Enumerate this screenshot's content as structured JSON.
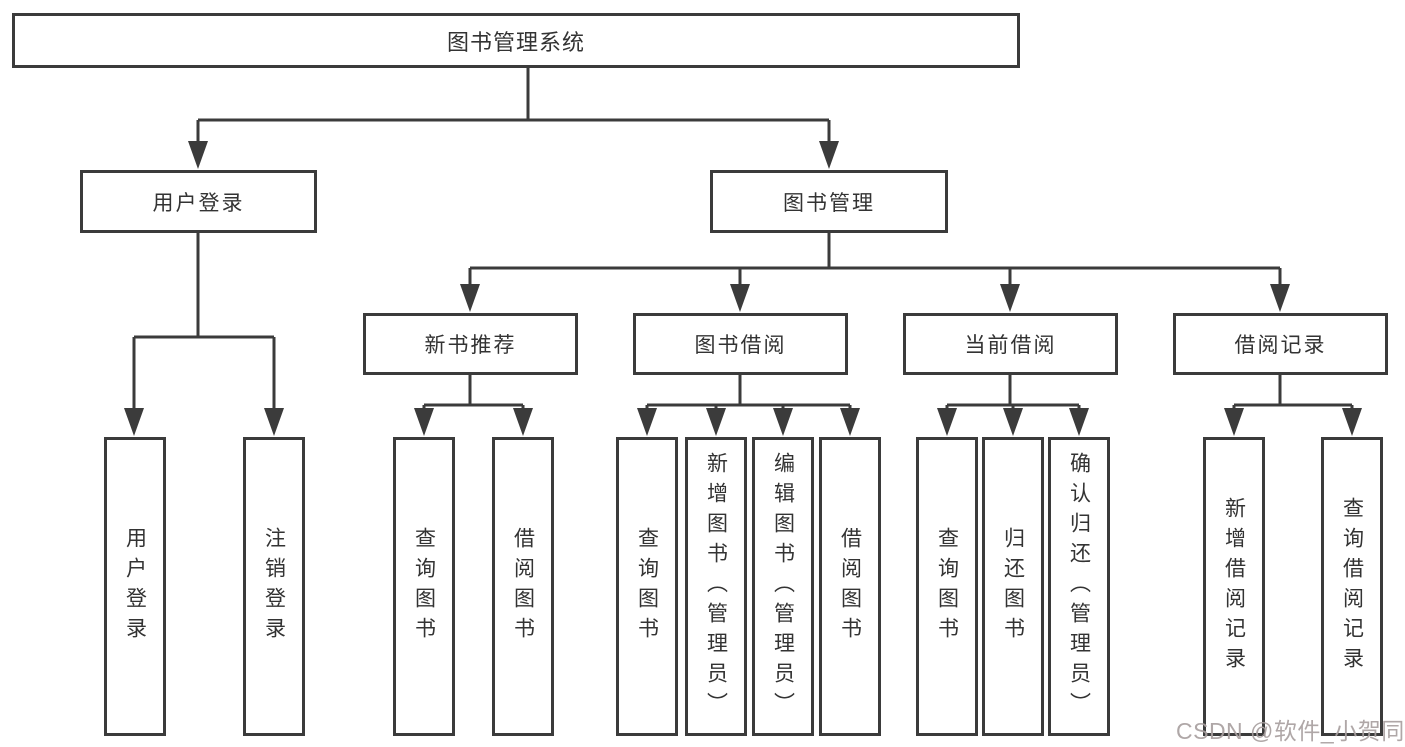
{
  "diagram": {
    "title": "图书管理系统",
    "branches": {
      "user_login": {
        "label": "用户登录",
        "children": [
          "用户登录",
          "注销登录"
        ]
      },
      "book_mgmt": {
        "label": "图书管理",
        "sections": [
          {
            "label": "新书推荐",
            "children": [
              "查询图书",
              "借阅图书"
            ]
          },
          {
            "label": "图书借阅",
            "children": [
              "查询图书",
              "新增图书（管理员）",
              "编辑图书（管理员）",
              "借阅图书"
            ]
          },
          {
            "label": "当前借阅",
            "children": [
              "查询图书",
              "归还图书",
              "确认归还（管理员）"
            ]
          },
          {
            "label": "借阅记录",
            "children": [
              "新增借阅记录",
              "查询借阅记录"
            ]
          }
        ]
      }
    }
  },
  "watermark": {
    "text": "CSDN @软件_小贺同学"
  },
  "colors": {
    "line": "#3b3b3b",
    "box_border": "#3b3b3b",
    "text": "#333333",
    "background": "#ffffff",
    "watermark": "#a8a0a0"
  }
}
